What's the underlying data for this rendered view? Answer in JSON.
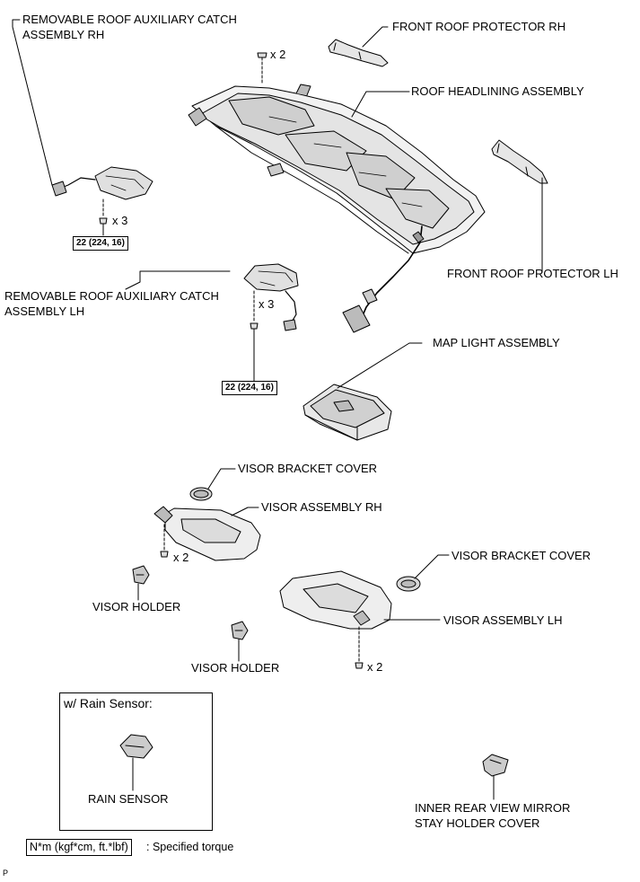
{
  "labels": {
    "catch_rh_line1": "REMOVABLE ROOF AUXILIARY CATCH",
    "catch_rh_line2": "ASSEMBLY RH",
    "front_roof_protector_rh": "FRONT ROOF PROTECTOR RH",
    "roof_headlining": "ROOF HEADLINING ASSEMBLY",
    "front_roof_protector_lh": "FRONT ROOF PROTECTOR LH",
    "catch_lh_line1": "REMOVABLE ROOF AUXILIARY CATCH",
    "catch_lh_line2": "ASSEMBLY LH",
    "map_light": "MAP LIGHT ASSEMBLY",
    "visor_bracket_cover_1": "VISOR BRACKET COVER",
    "visor_assembly_rh": "VISOR ASSEMBLY RH",
    "visor_bracket_cover_2": "VISOR BRACKET COVER",
    "visor_holder_1": "VISOR HOLDER",
    "visor_assembly_lh": "VISOR ASSEMBLY LH",
    "visor_holder_2": "VISOR HOLDER",
    "rain_sensor": "RAIN SENSOR",
    "mirror_cover_line1": "INNER REAR VIEW MIRROR",
    "mirror_cover_line2": "STAY HOLDER COVER"
  },
  "quantities": {
    "clip_top": "x 2",
    "bolts_rh": "x 3",
    "bolts_lh": "x 3",
    "screws_visor_rh": "x 2",
    "screws_visor_lh": "x 2"
  },
  "torque": {
    "rh": "22 (224, 16)",
    "lh": "22 (224, 16)"
  },
  "inset": {
    "title": "w/ Rain Sensor:"
  },
  "legend": {
    "unit_box": "N*m (kgf*cm, ft.*lbf)",
    "text": ": Specified torque"
  },
  "corner_mark": "P"
}
